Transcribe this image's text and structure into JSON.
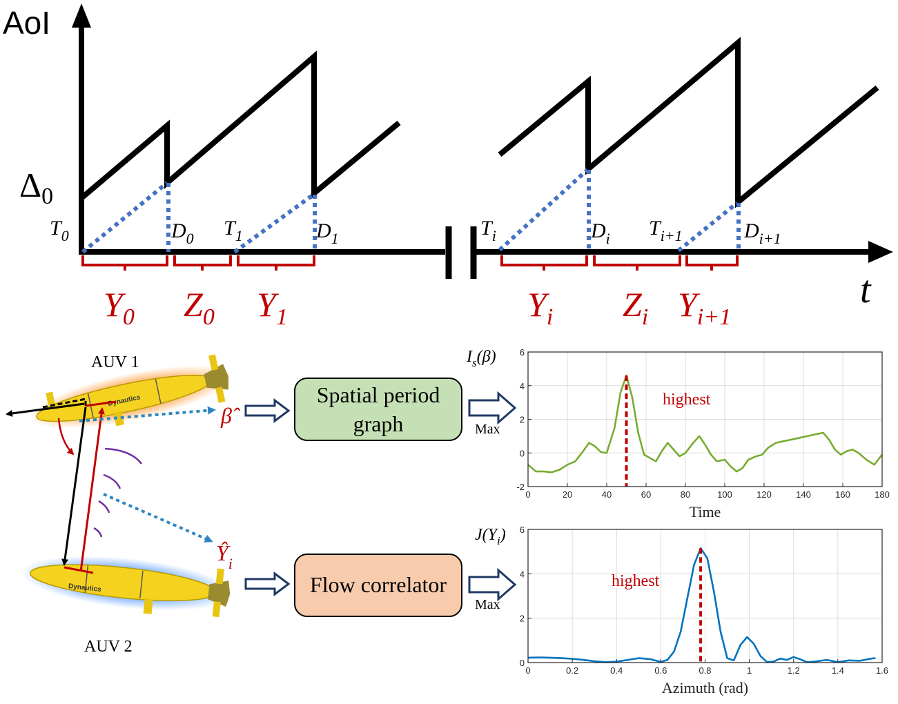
{
  "aoi_diagram": {
    "y_axis_label": "AoI",
    "x_axis_label": "t",
    "delta_label": "Δ",
    "delta_sub": "0",
    "points": [
      {
        "base": "T",
        "sub": "0"
      },
      {
        "base": "D",
        "sub": "0"
      },
      {
        "base": "T",
        "sub": "1"
      },
      {
        "base": "D",
        "sub": "1"
      },
      {
        "base": "T",
        "sub": "i"
      },
      {
        "base": "D",
        "sub": "i"
      },
      {
        "base": "T",
        "sub": "i+1"
      },
      {
        "base": "D",
        "sub": "i+1"
      }
    ],
    "intervals": [
      {
        "base": "Y",
        "sub": "0"
      },
      {
        "base": "Z",
        "sub": "0"
      },
      {
        "base": "Y",
        "sub": "1"
      },
      {
        "base": "Y",
        "sub": "i"
      },
      {
        "base": "Z",
        "sub": "i"
      },
      {
        "base": "Y",
        "sub": "i+1"
      }
    ]
  },
  "auv": {
    "auv1_label": "AUV 1",
    "auv2_label": "AUV 2",
    "brand": "Dynautics",
    "beta_hat": "β̂",
    "y_hat": "Ŷ",
    "y_hat_sub": "i"
  },
  "boxes": {
    "spatial_line1": "Spatial period",
    "spatial_line2": "graph",
    "flow": "Flow correlator",
    "max1": "Max",
    "max2": "Max"
  },
  "colors": {
    "accent_red": "#c00000",
    "dotted_blue": "#4472c4",
    "green_box": "#c5e0b4",
    "orange_box": "#f8cbad",
    "green_line": "#77ac30",
    "blue_line": "#0072bd"
  },
  "chart_data": [
    {
      "type": "line",
      "title": "",
      "ylabel": "I_s(β)",
      "ylabel_base": "I",
      "ylabel_sub": "s",
      "ylabel_tail": "(β)",
      "xlabel": "Time",
      "xlim": [
        0,
        180
      ],
      "ylim": [
        -2,
        6
      ],
      "xticks": [
        0,
        20,
        40,
        60,
        80,
        100,
        120,
        140,
        160,
        180
      ],
      "yticks": [
        -2,
        0,
        2,
        4,
        6
      ],
      "grid": true,
      "annotation": "highest",
      "marker_x": 50,
      "series": [
        {
          "x": [
            0,
            4,
            8,
            12,
            16,
            20,
            24,
            28,
            31,
            34,
            37,
            40,
            44,
            47,
            50,
            53,
            56,
            59,
            62,
            65,
            68,
            71,
            74,
            77,
            80,
            84,
            87,
            90,
            93,
            96,
            100,
            103,
            106,
            109,
            112,
            116,
            119,
            122,
            126,
            130,
            134,
            138,
            142,
            146,
            150,
            153,
            156,
            159,
            162,
            165,
            168,
            172,
            176,
            180
          ],
          "y": [
            -0.7,
            -1.1,
            -1.1,
            -1.15,
            -1.0,
            -0.7,
            -0.5,
            0.1,
            0.6,
            0.4,
            0.05,
            0.0,
            1.5,
            3.6,
            4.6,
            3.3,
            1.2,
            -0.1,
            -0.3,
            -0.5,
            0.1,
            0.6,
            0.2,
            -0.2,
            0.0,
            0.6,
            1.0,
            0.5,
            -0.1,
            -0.5,
            -0.4,
            -0.8,
            -1.1,
            -0.9,
            -0.4,
            -0.2,
            -0.1,
            0.3,
            0.6,
            0.7,
            0.8,
            0.9,
            1.0,
            1.1,
            1.2,
            0.8,
            0.2,
            -0.1,
            0.1,
            0.2,
            0.0,
            -0.4,
            -0.7,
            -0.1
          ]
        }
      ]
    },
    {
      "type": "line",
      "title": "",
      "ylabel": "J(Y_i)",
      "ylabel_base": "J",
      "ylabel_mid": "(Y",
      "ylabel_sub": "i",
      "ylabel_tail": ")",
      "xlabel": "Azimuth (rad)",
      "xlim": [
        0,
        1.6
      ],
      "ylim": [
        0,
        6
      ],
      "xticks": [
        0,
        0.2,
        0.4,
        0.6,
        0.8,
        1,
        1.2,
        1.4,
        1.6
      ],
      "yticks": [
        0,
        2,
        4,
        6
      ],
      "grid": true,
      "annotation": "highest",
      "marker_x": 0.78,
      "series": [
        {
          "x": [
            0,
            0.05,
            0.1,
            0.15,
            0.2,
            0.25,
            0.3,
            0.35,
            0.4,
            0.45,
            0.5,
            0.55,
            0.6,
            0.63,
            0.66,
            0.69,
            0.72,
            0.75,
            0.78,
            0.81,
            0.84,
            0.87,
            0.9,
            0.93,
            0.96,
            0.99,
            1.02,
            1.05,
            1.08,
            1.11,
            1.14,
            1.17,
            1.2,
            1.23,
            1.26,
            1.3,
            1.35,
            1.4,
            1.45,
            1.5,
            1.55,
            1.57
          ],
          "y": [
            0.22,
            0.23,
            0.22,
            0.2,
            0.17,
            0.12,
            0.06,
            0.02,
            0.04,
            0.12,
            0.2,
            0.16,
            0.03,
            0.12,
            0.5,
            1.4,
            2.9,
            4.4,
            5.15,
            4.7,
            3.2,
            1.4,
            0.2,
            0.1,
            0.8,
            1.15,
            0.85,
            0.3,
            0.02,
            0.05,
            0.18,
            0.12,
            0.25,
            0.15,
            0.02,
            0.05,
            0.12,
            0.02,
            0.1,
            0.08,
            0.18,
            0.2
          ]
        }
      ]
    }
  ]
}
